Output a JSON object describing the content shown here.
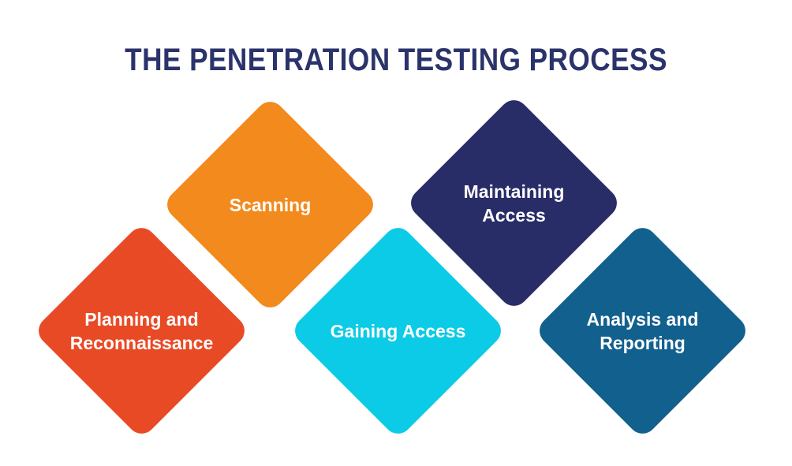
{
  "title": {
    "text": "THE PENETRATION TESTING PROCESS",
    "color": "#2B336B"
  },
  "diagram": {
    "background_color": "#FFFFFF",
    "label_text_color": "#FFFFFF",
    "steps": [
      {
        "label": "Planning and\nReconnaissance",
        "color": "#E94A26"
      },
      {
        "label": "Scanning",
        "color": "#F28A1E"
      },
      {
        "label": "Gaining Access",
        "color": "#0BCBE6"
      },
      {
        "label": "Maintaining\nAccess",
        "color": "#282C67"
      },
      {
        "label": "Analysis and\nReporting",
        "color": "#12608E"
      }
    ]
  }
}
